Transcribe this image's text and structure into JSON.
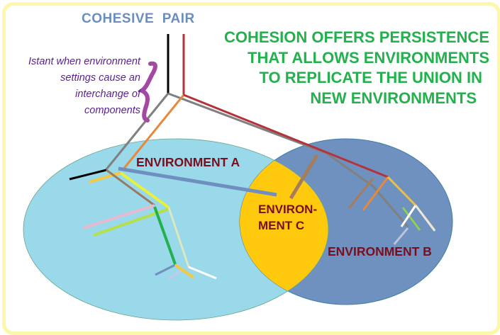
{
  "title": "COHESIVE  PAIR",
  "note_lines": [
    "Istant when environment",
    "settings cause an",
    "interchange of",
    "components"
  ],
  "slogan_lines": [
    "COHESION OFFERS PERSISTENCE",
    "THAT ALLOWS ENVIRONMENTS",
    "TO REPLICATE THE UNION IN",
    "NEW ENVIRONMENTS"
  ],
  "environments": {
    "a": {
      "label": "ENVIRONMENT A",
      "color": "#99d9ea"
    },
    "b": {
      "label": "ENVIRONMENT B",
      "color": "#6f91bf"
    },
    "c": {
      "label_lines": [
        "ENVIRON-",
        "MENT C"
      ],
      "color": "#ffc90e"
    }
  },
  "colors": {
    "title": "#6c8ebf",
    "note": "#5a1f8f",
    "brace": "#a349a4",
    "slogan": "#22b14c",
    "env_label": "#7a0e1e",
    "frame": "#fdf7a8"
  }
}
